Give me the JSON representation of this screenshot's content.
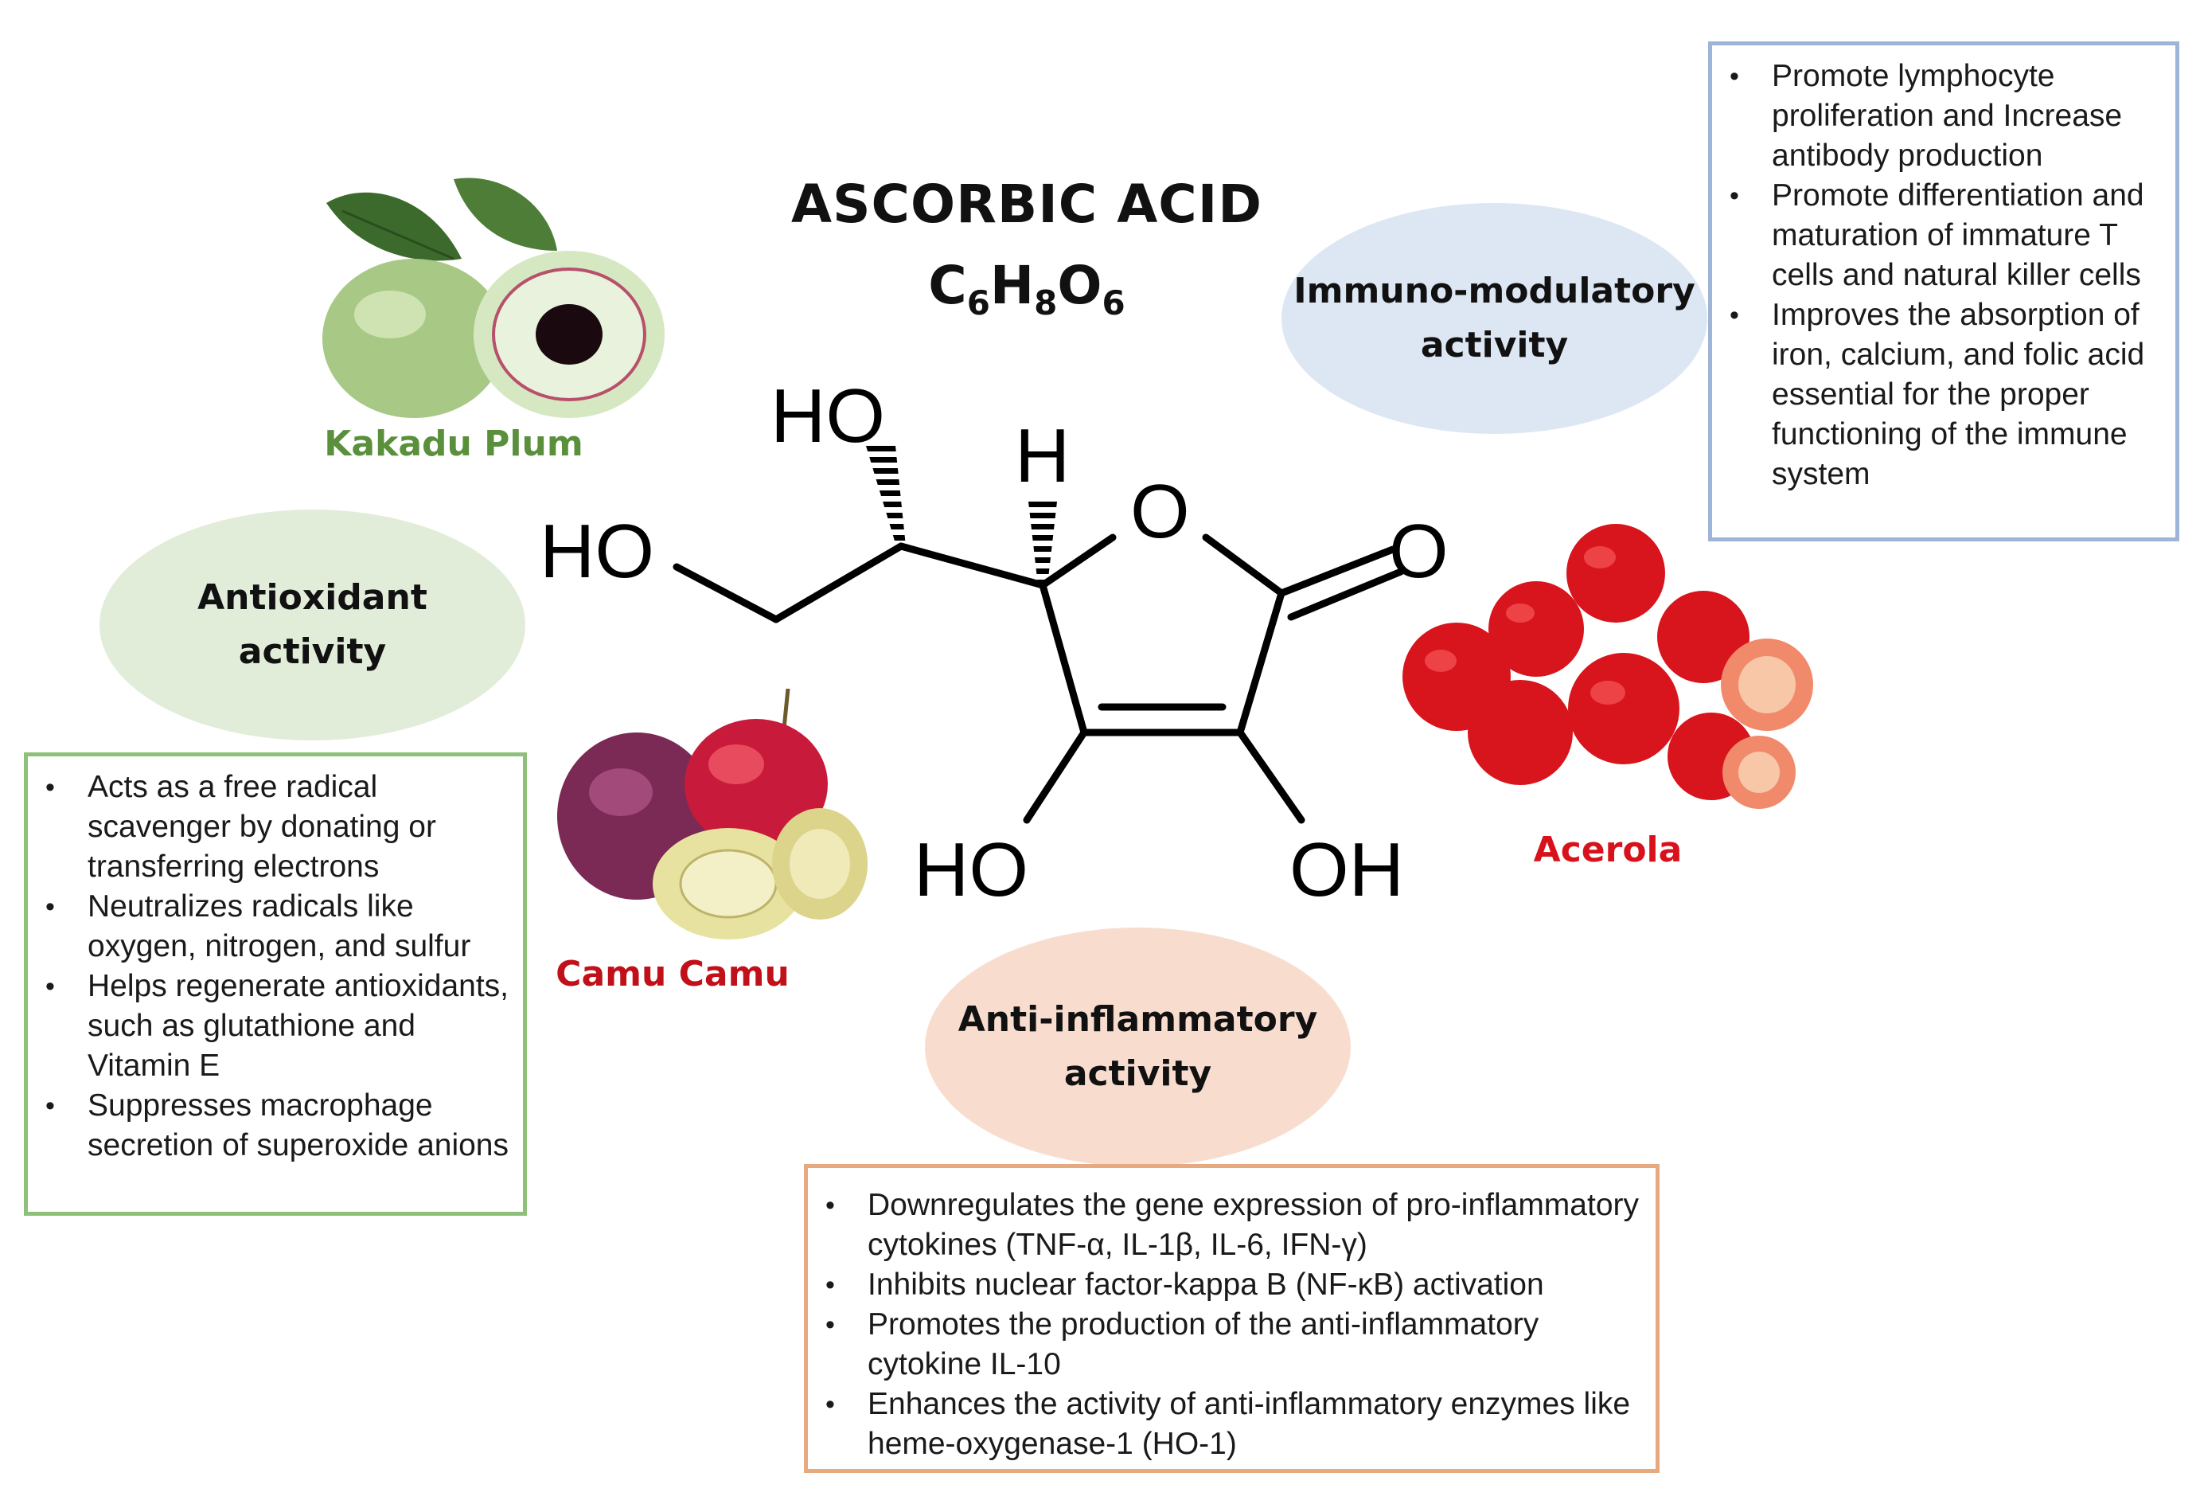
{
  "title": "ASCORBIC ACID",
  "formula": {
    "c": "C",
    "c_n": "6",
    "h": "H",
    "h_n": "8",
    "o": "O",
    "o_n": "6"
  },
  "molecule_labels": {
    "ho_top": "HO",
    "h_top": "H",
    "ho_left": "HO",
    "ring_o": "O",
    "carbonyl_o": "O",
    "ho_bottom": "HO",
    "oh_bottom": "OH"
  },
  "fruits": {
    "kakadu": {
      "label": "Kakadu Plum",
      "color": "#5a8f3c"
    },
    "camu": {
      "label": "Camu Camu",
      "color": "#c0101a"
    },
    "acerola": {
      "label": "Acerola",
      "color": "#d8121b"
    }
  },
  "activities": {
    "antioxidant": {
      "line1": "Antioxidant",
      "line2": "activity",
      "fill": "#e2edd9",
      "border": "#8fc07a",
      "points": [
        "Acts as a free radical scavenger by donating or transferring electrons",
        "Neutralizes radicals like oxygen, nitrogen, and sulfur",
        "Helps regenerate antioxidants, such as glutathione and Vitamin E",
        "Suppresses macrophage secretion of superoxide anions"
      ]
    },
    "immuno": {
      "line1": "Immuno-modulatory",
      "line2": "activity",
      "fill": "#dde7f3",
      "border": "#9fb5d8",
      "points": [
        "Promote lymphocyte proliferation and Increase antibody production",
        "Promote differentiation and maturation of immature T cells and natural killer cells",
        "Improves the absorption of iron, calcium, and folic acid essential for the proper functioning of the immune system"
      ]
    },
    "antiinflammatory": {
      "line1": "Anti-inflammatory",
      "line2": "activity",
      "fill": "#f8ddcf",
      "border": "#e7a97f",
      "points": [
        "Downregulates the gene expression of pro-inflammatory cytokines (TNF-α, IL-1β, IL-6, IFN-γ)",
        "Inhibits nuclear factor-kappa B (NF-κB) activation",
        "Promotes the production of the anti-inflammatory cytokine IL-10",
        "Enhances the activity of anti-inflammatory enzymes like heme-oxygenase-1 (HO-1)"
      ]
    }
  }
}
